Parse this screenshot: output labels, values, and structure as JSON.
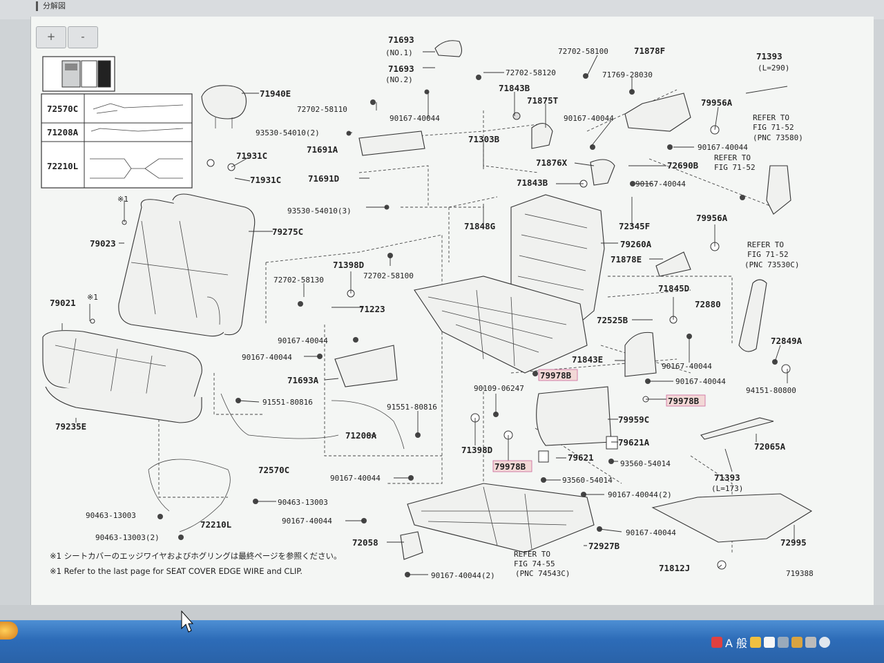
{
  "tab": {
    "title": "分解図"
  },
  "zoom": {
    "in": "+",
    "out": "-"
  },
  "legend": [
    {
      "code": "72570C"
    },
    {
      "code": "71208A"
    },
    {
      "code": "72210L"
    }
  ],
  "parts": [
    {
      "id": "71693a",
      "text": "71693"
    },
    {
      "id": "no1",
      "text": "(NO.1)"
    },
    {
      "id": "71693b",
      "text": "71693"
    },
    {
      "id": "no2",
      "text": "(NO.2)"
    },
    {
      "id": "72702-58100",
      "text": "72702-58100"
    },
    {
      "id": "71878F",
      "text": "71878F"
    },
    {
      "id": "72702-58120",
      "text": "72702-58120"
    },
    {
      "id": "71769-28030",
      "text": "71769-28030"
    },
    {
      "id": "71393a",
      "text": "71393"
    },
    {
      "id": "l290",
      "text": "(L=290)"
    },
    {
      "id": "71940E",
      "text": "71940E"
    },
    {
      "id": "72702-58110",
      "text": "72702-58110"
    },
    {
      "id": "71843Ba",
      "text": "71843B"
    },
    {
      "id": "71875T",
      "text": "71875T"
    },
    {
      "id": "79956Aa",
      "text": "79956A"
    },
    {
      "id": "90167-40044a",
      "text": "90167-40044"
    },
    {
      "id": "90167-40044b",
      "text": "90167-40044"
    },
    {
      "id": "93530-54010-2",
      "text": "93530-54010(2)"
    },
    {
      "id": "refer1a",
      "text": "REFER TO"
    },
    {
      "id": "refer1b",
      "text": "FIG 71-52"
    },
    {
      "id": "refer1c",
      "text": "(PNC 73580)"
    },
    {
      "id": "71691A",
      "text": "71691A"
    },
    {
      "id": "71303B",
      "text": "71303B"
    },
    {
      "id": "90167-40044c",
      "text": "90167-40044"
    },
    {
      "id": "71931Ca",
      "text": "71931C"
    },
    {
      "id": "71876X",
      "text": "71876X"
    },
    {
      "id": "72690B",
      "text": "72690B"
    },
    {
      "id": "refer2a",
      "text": "REFER TO"
    },
    {
      "id": "refer2b",
      "text": "FIG 71-52"
    },
    {
      "id": "71931Cb",
      "text": "71931C"
    },
    {
      "id": "71691D",
      "text": "71691D"
    },
    {
      "id": "71843Bb",
      "text": "71843B"
    },
    {
      "id": "90167-40044d",
      "text": "90167-40044"
    },
    {
      "id": "x1a",
      "text": "※1"
    },
    {
      "id": "93530-54010-3",
      "text": "93530-54010(3)"
    },
    {
      "id": "71848G",
      "text": "71848G"
    },
    {
      "id": "72345F",
      "text": "72345F"
    },
    {
      "id": "79956Ab",
      "text": "79956A"
    },
    {
      "id": "79275C",
      "text": "79275C"
    },
    {
      "id": "79023",
      "text": "79023"
    },
    {
      "id": "79260A",
      "text": "79260A"
    },
    {
      "id": "refer3a",
      "text": "REFER TO"
    },
    {
      "id": "refer3b",
      "text": "FIG 71-52"
    },
    {
      "id": "refer3c",
      "text": "(PNC 73530C)"
    },
    {
      "id": "71878E",
      "text": "71878E"
    },
    {
      "id": "71398Da",
      "text": "71398D"
    },
    {
      "id": "72702-58100b",
      "text": "72702-58100"
    },
    {
      "id": "72702-58130",
      "text": "72702-58130"
    },
    {
      "id": "71845D",
      "text": "71845D"
    },
    {
      "id": "72880",
      "text": "72880"
    },
    {
      "id": "71223",
      "text": "71223"
    },
    {
      "id": "79021",
      "text": "79021"
    },
    {
      "id": "x1b",
      "text": "※1"
    },
    {
      "id": "72525B",
      "text": "72525B"
    },
    {
      "id": "72849A",
      "text": "72849A"
    },
    {
      "id": "90167-40044e",
      "text": "90167-40044"
    },
    {
      "id": "90167-40044f",
      "text": "90167-40044"
    },
    {
      "id": "71843E",
      "text": "71843E"
    },
    {
      "id": "90167-40044g",
      "text": "90167-40044"
    },
    {
      "id": "71693A",
      "text": "71693A"
    },
    {
      "id": "90167-40044h",
      "text": "90167-40044"
    },
    {
      "id": "94151-80800",
      "text": "94151-80800"
    },
    {
      "id": "90109-06247",
      "text": "90109-06247"
    },
    {
      "id": "91551-80816a",
      "text": "91551-80816"
    },
    {
      "id": "91551-80816b",
      "text": "91551-80816"
    },
    {
      "id": "79959C",
      "text": "79959C"
    },
    {
      "id": "79235E",
      "text": "79235E"
    },
    {
      "id": "71208A",
      "text": "71208A"
    },
    {
      "id": "79621A",
      "text": "79621A"
    },
    {
      "id": "72065A",
      "text": "72065A"
    },
    {
      "id": "71398Db",
      "text": "71398D"
    },
    {
      "id": "79621",
      "text": "79621"
    },
    {
      "id": "93560-54014a",
      "text": "93560-54014"
    },
    {
      "id": "72570C",
      "text": "72570C"
    },
    {
      "id": "71393b",
      "text": "71393"
    },
    {
      "id": "l173",
      "text": "(L=173)"
    },
    {
      "id": "90167-40044i",
      "text": "90167-40044"
    },
    {
      "id": "93560-54014b",
      "text": "93560-54014"
    },
    {
      "id": "90463-13003a",
      "text": "90463-13003"
    },
    {
      "id": "90167-40044-2a",
      "text": "90167-40044(2)"
    },
    {
      "id": "90463-13003b",
      "text": "90463-13003"
    },
    {
      "id": "90167-40044j",
      "text": "90167-40044"
    },
    {
      "id": "72210L",
      "text": "72210L"
    },
    {
      "id": "90167-40044k",
      "text": "90167-40044"
    },
    {
      "id": "72995",
      "text": "72995"
    },
    {
      "id": "90463-13003-2",
      "text": "90463-13003(2)"
    },
    {
      "id": "72058",
      "text": "72058"
    },
    {
      "id": "72927B",
      "text": "72927B"
    },
    {
      "id": "refer4a",
      "text": "REFER TO"
    },
    {
      "id": "refer4b",
      "text": "FIG 74-55"
    },
    {
      "id": "refer4c",
      "text": "(PNC 74543C)"
    },
    {
      "id": "71812J",
      "text": "71812J"
    },
    {
      "id": "90167-40044-2b",
      "text": "90167-40044(2)"
    },
    {
      "id": "719388",
      "text": "719388"
    }
  ],
  "highlighted": [
    {
      "id": "79978Ba",
      "text": "79978B"
    },
    {
      "id": "79978Bb",
      "text": "79978B"
    },
    {
      "id": "79978Bc",
      "text": "79978B"
    }
  ],
  "notes": {
    "jp": "※1 シートカバーのエッジワイヤおよびホグリングは最終ページを参照ください。",
    "en": "※1 Refer to the last page for SEAT COVER EDGE WIRE and CLIP."
  },
  "tray": {
    "ime": "A 般"
  }
}
